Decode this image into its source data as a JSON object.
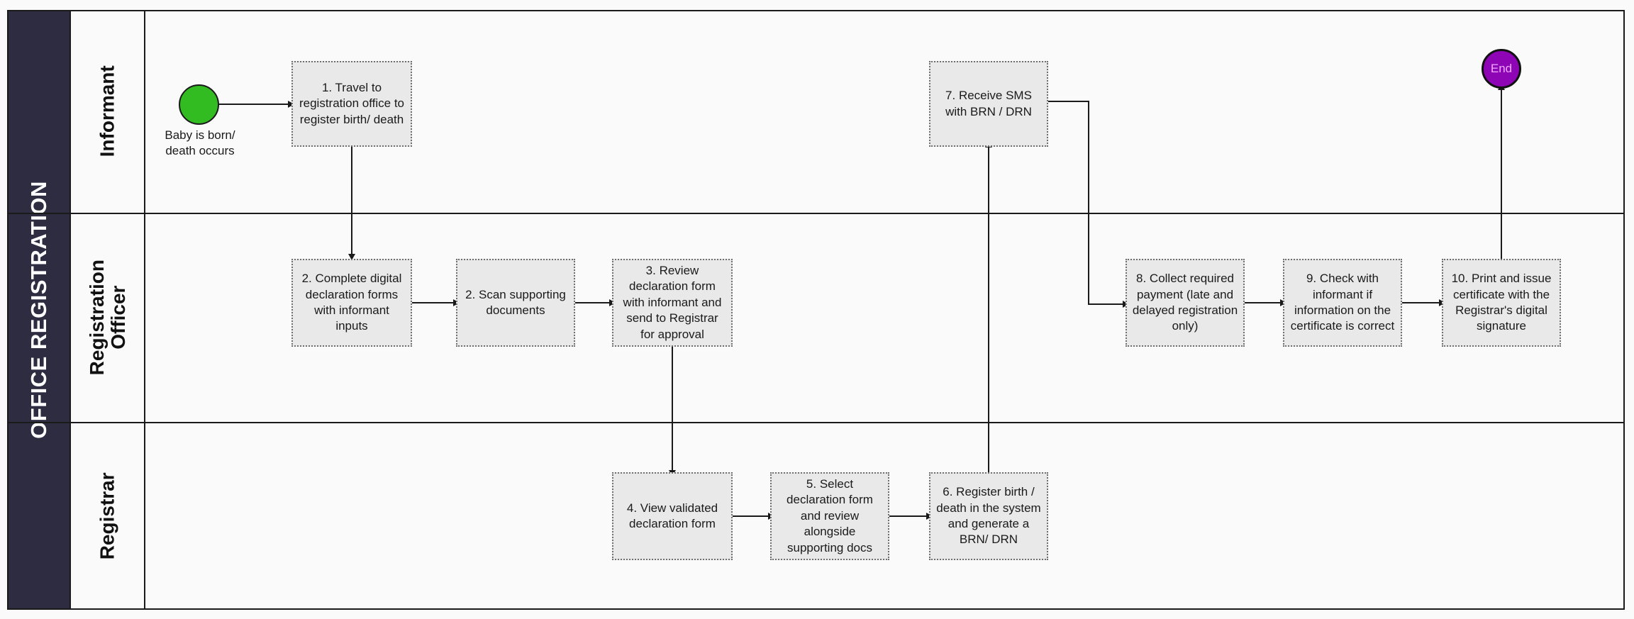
{
  "pool": {
    "title": "OFFICE REGISTRATION",
    "title_color": "#2e2c40",
    "border_color": "#1a1a1a"
  },
  "lanes": [
    {
      "id": "informant",
      "label_line1": "Informant",
      "label_line2": ""
    },
    {
      "id": "reg-officer",
      "label_line1": "Registration",
      "label_line2": "Officer"
    },
    {
      "id": "registrar",
      "label_line1": "Registrar",
      "label_line2": ""
    }
  ],
  "events": {
    "start": {
      "name": "start-event",
      "caption": "Baby is born/\ndeath occurs",
      "color": "#33bb22"
    },
    "end": {
      "name": "end-event",
      "label": "End",
      "color": "#8d05b5",
      "text_color": "#f0a8ff"
    }
  },
  "tasks": [
    {
      "id": "task-1",
      "lane": "informant",
      "text": "1. Travel to registration office to register birth/ death"
    },
    {
      "id": "task-2",
      "lane": "reg-officer",
      "text": "2. Complete digital declaration forms with informant inputs"
    },
    {
      "id": "task-2b",
      "lane": "reg-officer",
      "text": "2. Scan supporting documents"
    },
    {
      "id": "task-3",
      "lane": "reg-officer",
      "text": "3. Review declaration form with informant and send to Registrar for approval"
    },
    {
      "id": "task-4",
      "lane": "registrar",
      "text": "4. View validated declaration form"
    },
    {
      "id": "task-5",
      "lane": "registrar",
      "text": "5. Select declaration form and review alongside supporting docs"
    },
    {
      "id": "task-6",
      "lane": "registrar",
      "text": "6. Register birth / death in the system and generate a BRN/ DRN"
    },
    {
      "id": "task-7",
      "lane": "informant",
      "text": "7. Receive SMS with BRN / DRN"
    },
    {
      "id": "task-8",
      "lane": "reg-officer",
      "text": "8. Collect required payment (late and delayed registration only)"
    },
    {
      "id": "task-9",
      "lane": "reg-officer",
      "text": "9. Check with informant if information on the certificate is correct"
    },
    {
      "id": "task-10",
      "lane": "reg-officer",
      "text": "10. Print and issue certificate with the Registrar's digital signature"
    }
  ],
  "flows": [
    {
      "from": "start-event",
      "to": "task-1"
    },
    {
      "from": "task-1",
      "to": "task-2"
    },
    {
      "from": "task-2",
      "to": "task-2b"
    },
    {
      "from": "task-2b",
      "to": "task-3"
    },
    {
      "from": "task-3",
      "to": "task-4"
    },
    {
      "from": "task-4",
      "to": "task-5"
    },
    {
      "from": "task-5",
      "to": "task-6"
    },
    {
      "from": "task-6",
      "to": "task-7"
    },
    {
      "from": "task-7",
      "to": "task-8"
    },
    {
      "from": "task-8",
      "to": "task-9"
    },
    {
      "from": "task-9",
      "to": "task-10"
    },
    {
      "from": "task-10",
      "to": "end-event"
    }
  ]
}
